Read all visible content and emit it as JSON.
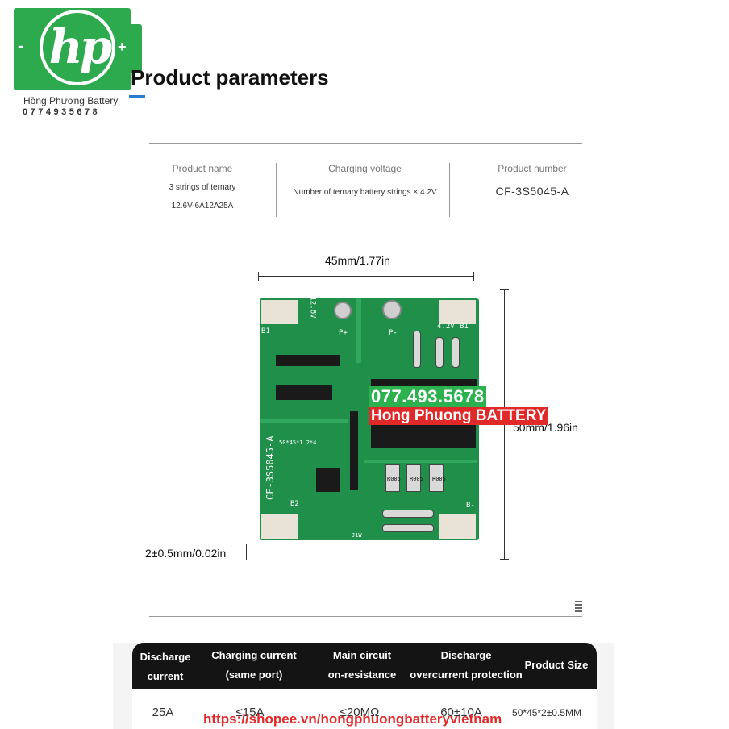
{
  "brand": {
    "logo_minus": "-",
    "logo_plus": "+",
    "logo_text": "hp",
    "name": "Hồng Phương Battery",
    "phone": "0774935678",
    "color": "#2eaa4e"
  },
  "title": "Product parameters",
  "params": {
    "product_name_label": "Product name",
    "product_name_line1": "3 strings of ternary",
    "product_name_line2": "12.6V-6A12A25A",
    "charging_voltage_label": "Charging voltage",
    "charging_voltage_value": "Number of ternary battery strings × 4.2V",
    "product_number_label": "Product number",
    "product_number_value": "CF-3S5045-A"
  },
  "dimensions": {
    "width": "45mm/1.77in",
    "height": "50mm/1.96in",
    "thickness": "2±0.5mm/0.02in"
  },
  "board": {
    "silk_model": "CF-3S5045-A",
    "silk_voltage": "12.6V",
    "silk_b1": "B1",
    "silk_b2": "B2",
    "silk_b_minus": "B-",
    "silk_p_plus": "P+",
    "silk_p_minus": "P-",
    "silk_42v": "4.2V",
    "silk_spec": "50*45*1.2*4",
    "res_code": "R005",
    "silk_j1w": "J1W"
  },
  "overlay": {
    "phone": "077.493.5678",
    "brand": "Hong Phuong BATTERY"
  },
  "table": {
    "headers": [
      {
        "line1": "Discharge",
        "line2": "current"
      },
      {
        "line1": "Charging current",
        "line2": "(same port)"
      },
      {
        "line1": "Main circuit",
        "line2": "on-resistance"
      },
      {
        "line1": "Discharge",
        "line2": "overcurrent protection"
      },
      {
        "line1": "Product Size",
        "line2": ""
      }
    ],
    "row": [
      "25A",
      "≤15A",
      "≤20MΩ",
      "60±10A",
      "50*45*2±0.5MM"
    ]
  },
  "shop_link": "https://shopee.vn/hongphuongbatteryvietnam"
}
